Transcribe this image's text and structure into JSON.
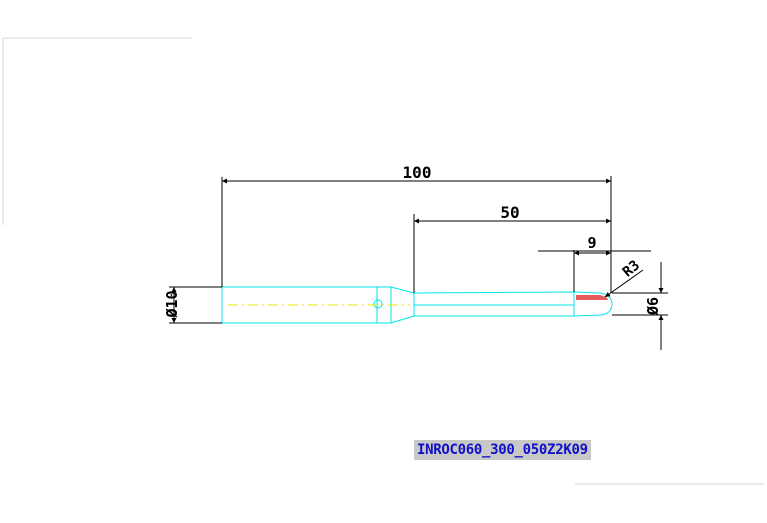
{
  "drawing": {
    "part_number": "INROC060_300_050Z2K09",
    "dimensions": {
      "overall_length": "100",
      "reduced_length": "50",
      "tip_length": "9",
      "tip_radius": "R3",
      "shank_diameter": "Ø10",
      "tip_diameter": "Ø6"
    }
  },
  "colors": {
    "background": "#ffffff",
    "dimension_lines": "#000000",
    "part_outline": "#00e5ee",
    "center_line": "#e8e800",
    "tip_fill": "#e04040",
    "label_background": "#c8c8c8",
    "label_text": "#1010c8"
  }
}
